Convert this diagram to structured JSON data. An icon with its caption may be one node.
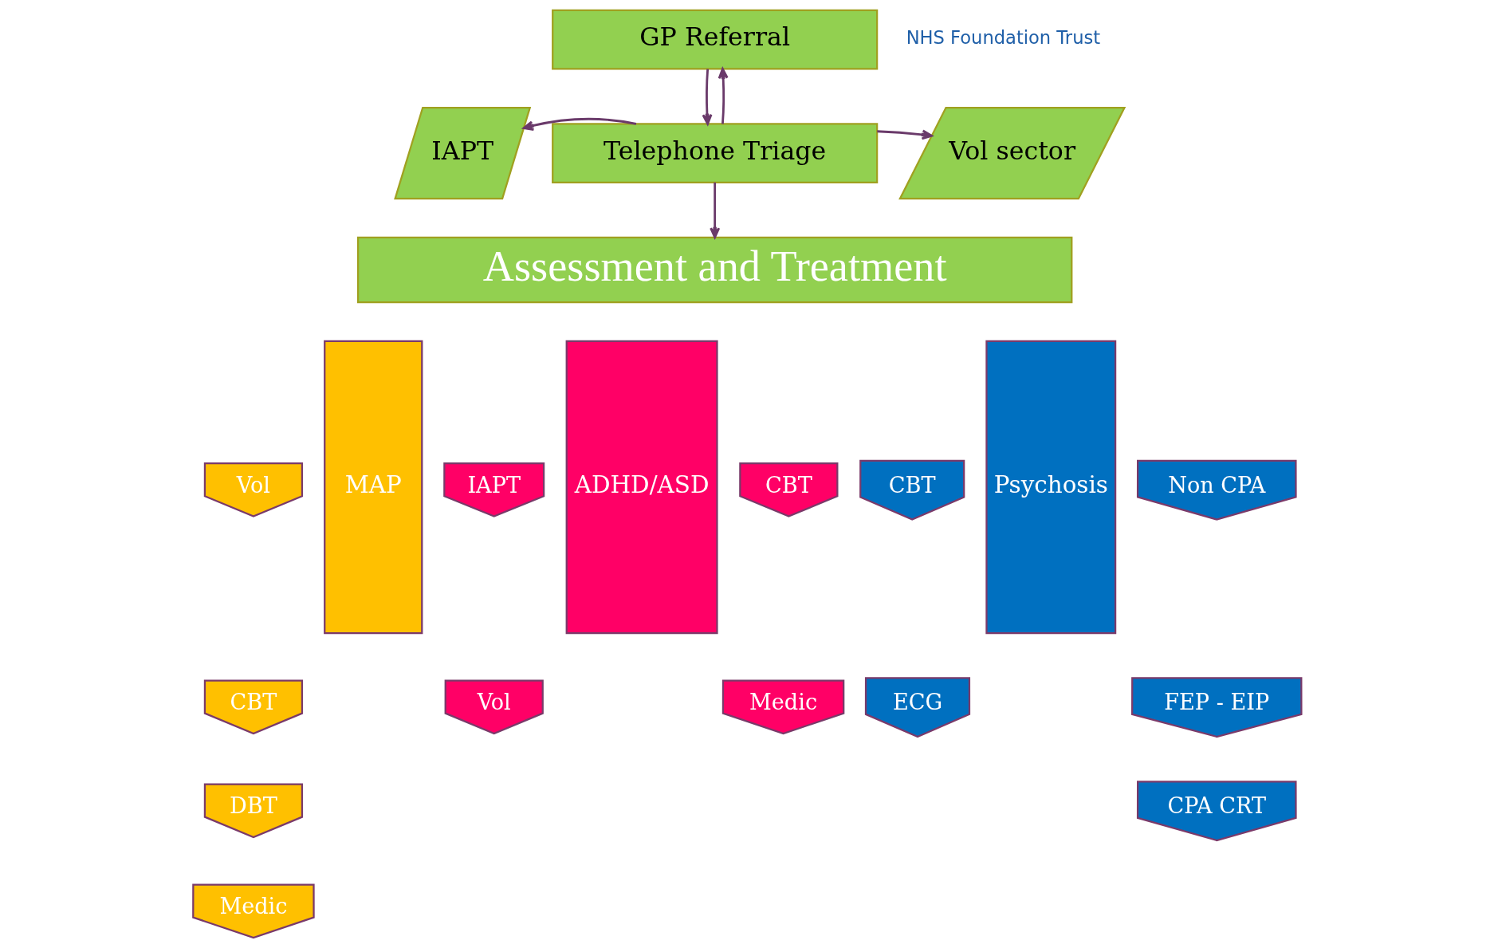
{
  "diagram": {
    "nodes": [
      {
        "text": [
          "GP Referral"
        ]
      },
      {
        "text": [
          "IAPT"
        ]
      },
      {
        "text": [
          "Telephone Triage"
        ]
      },
      {
        "text": [
          "Vol sector"
        ]
      },
      {
        "text": [
          "Assessment and Treatment"
        ]
      },
      {
        "text": [
          "Vol"
        ]
      },
      {
        "text": [
          "CBT"
        ]
      },
      {
        "text": [
          "DBT"
        ]
      },
      {
        "text": [
          "Medic"
        ]
      },
      {
        "text": [
          "MAP"
        ]
      },
      {
        "text": [
          "IAPT"
        ]
      },
      {
        "text": [
          "Vol"
        ]
      },
      {
        "text": [
          "ADHD/ASD"
        ]
      },
      {
        "text": [
          "CBT"
        ]
      },
      {
        "text": [
          "Medic"
        ]
      },
      {
        "text": [
          "CBT"
        ]
      },
      {
        "text": [
          "ECG"
        ]
      },
      {
        "text": [
          "Psychosis"
        ]
      },
      {
        "text": [
          "Non CPA"
        ]
      },
      {
        "text": [
          "FEP - EIP"
        ]
      },
      {
        "text": [
          "CPA CRT"
        ]
      }
    ],
    "edges": [
      {
        "from": 0,
        "to": 2,
        "arrow": "to"
      },
      {
        "from": 2,
        "to": 0,
        "arrow": "to"
      },
      {
        "from": 2,
        "to": 1,
        "arrow": "to"
      },
      {
        "from": 2,
        "to": 3,
        "arrow": "to"
      },
      {
        "from": 2,
        "to": 4,
        "arrow": "to"
      }
    ],
    "labels": [
      "NHS Foundation Trust"
    ]
  }
}
